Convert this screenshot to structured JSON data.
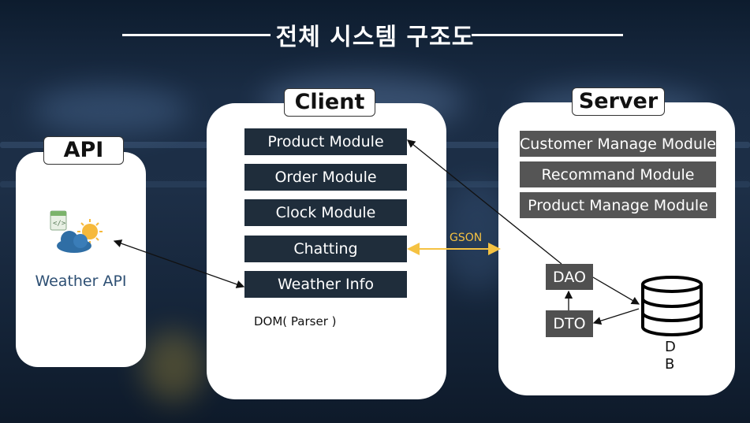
{
  "title": "전체 시스템 구조도",
  "api": {
    "tag": "API",
    "weather_label": "Weather API"
  },
  "client": {
    "tag": "Client",
    "modules": [
      "Product Module",
      "Order Module",
      "Clock Module",
      "Chatting",
      "Weather Info"
    ],
    "parser_label": "DOM( Parser )"
  },
  "server": {
    "tag": "Server",
    "modules": [
      "Customer Manage Module",
      "Recommand Module",
      "Product Manage Module"
    ],
    "dao": "DAO",
    "dto": "DTO",
    "db_line1": "D",
    "db_line2": "B"
  },
  "connections": {
    "gson_label": "GSON"
  },
  "colors": {
    "client_module_bg": "#1f2d3b",
    "server_module_bg": "#555555",
    "gson_arrow": "#f5c242",
    "panel_bg": "#ffffff"
  }
}
